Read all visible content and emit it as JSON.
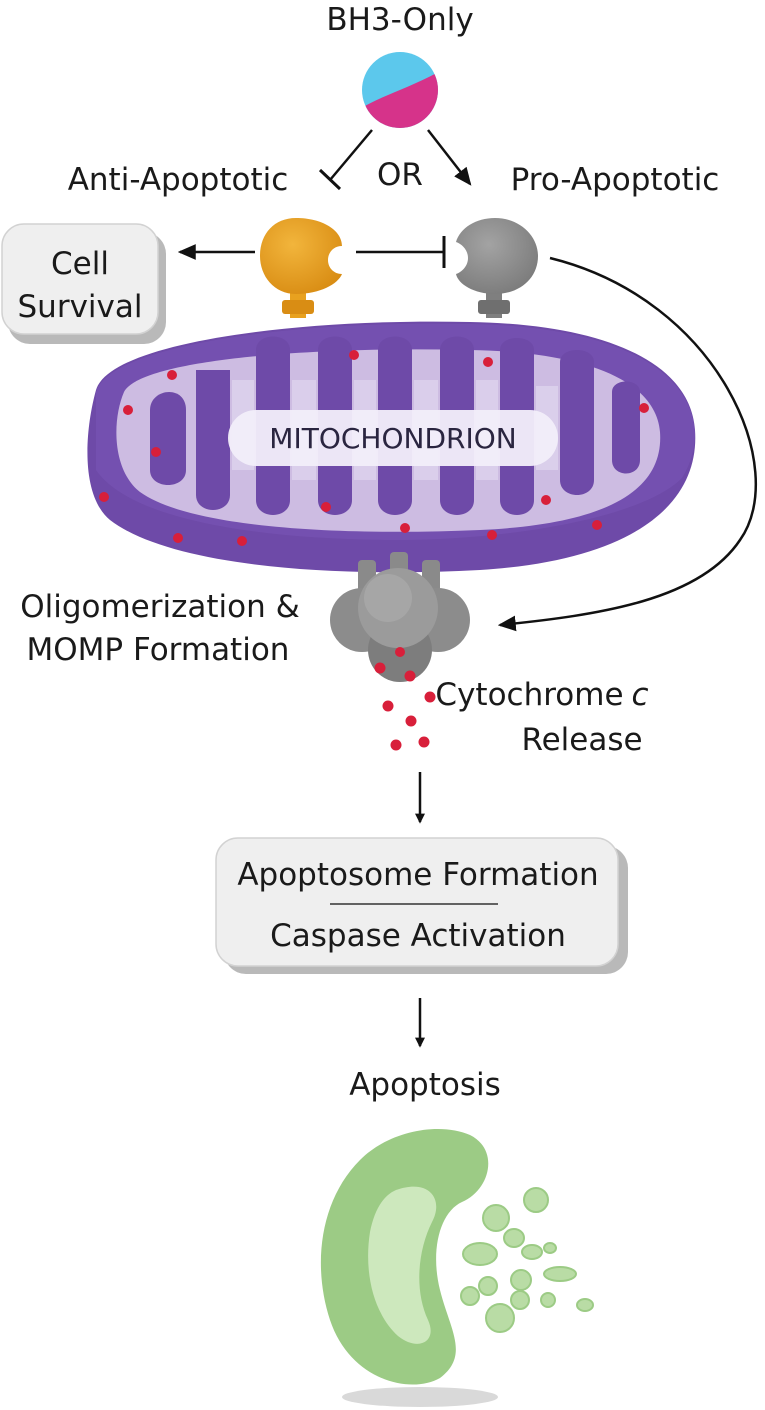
{
  "labels": {
    "bh3_only": "BH3-Only",
    "or": "OR",
    "anti_apoptotic": "Anti-Apoptotic",
    "pro_apoptotic": "Pro-Apoptotic",
    "cell_survival_line1": "Cell",
    "cell_survival_line2": "Survival",
    "mitochondrion": "MITOCHONDRION",
    "oligo_line1": "Oligomerization &",
    "oligo_line2": "MOMP Formation",
    "cyto_line1": "Cytochrome",
    "cyto_italic": "c",
    "cyto_line2": "Release",
    "apoptosome": "Apoptosome Formation",
    "caspase": "Caspase Activation",
    "apoptosis": "Apoptosis"
  },
  "colors": {
    "bh3_blue": "#5cc8ec",
    "bh3_magenta": "#d6338a",
    "anti_orange": "#e8a11f",
    "pro_gray": "#8a8a8a",
    "mito_purple": "#6e4aa8",
    "cytochrome_red": "#d81f3a",
    "apoptotic_green": "#9ccb85",
    "box_fill": "#efefef"
  }
}
